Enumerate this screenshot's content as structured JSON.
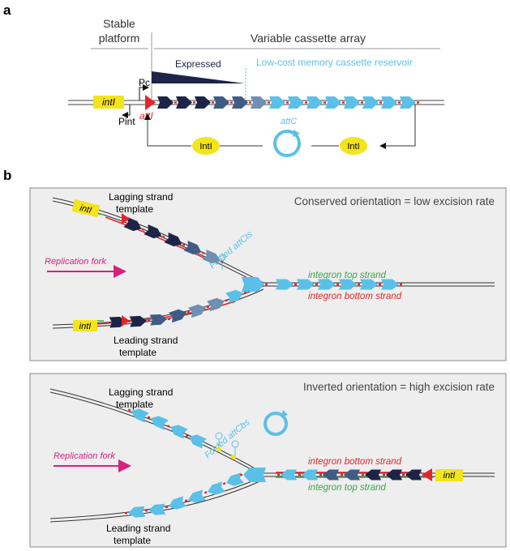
{
  "panel_a": {
    "letter": "a",
    "stable_platform": [
      "Stable",
      "platform"
    ],
    "variable_array": "Variable cassette array",
    "expressed": "Expressed",
    "reservoir": "Low-cost memory cassette reservoir",
    "intI_gene": "intI",
    "pc": "Pc",
    "pint": "Pint",
    "attI": "attI",
    "attC": "attC",
    "intI_protein": "IntI"
  },
  "panel_b": {
    "letter": "b",
    "box1": {
      "title": "Conserved orientation = low excision rate",
      "lagging": [
        "Lagging strand",
        "template"
      ],
      "leading": [
        "Leading strand",
        "template"
      ],
      "folded": "Folded attCts",
      "fork": "Replication fork",
      "top_strand": "integron top strand",
      "bottom_strand": "integron bottom strand",
      "intI": "intI"
    },
    "box2": {
      "title": "Inverted orientation = high excision rate",
      "lagging": [
        "Lagging strand",
        "template"
      ],
      "leading": [
        "Leading strand",
        "template"
      ],
      "folded": "Folded attCbs",
      "fork": "Replication fork",
      "bottom_strand": "integron bottom strand",
      "top_strand": "integron top strand",
      "intI": "intI"
    }
  },
  "colors": {
    "dark_navy": "#1c2448",
    "slate": "#3f5c86",
    "steel": "#6f8fb3",
    "light_blue": "#5bc0e8",
    "red": "#e3262b",
    "green": "#3aa54a",
    "yellow": "#f3e41b",
    "magenta": "#d6207e",
    "box_bg": "#eeeeee"
  }
}
